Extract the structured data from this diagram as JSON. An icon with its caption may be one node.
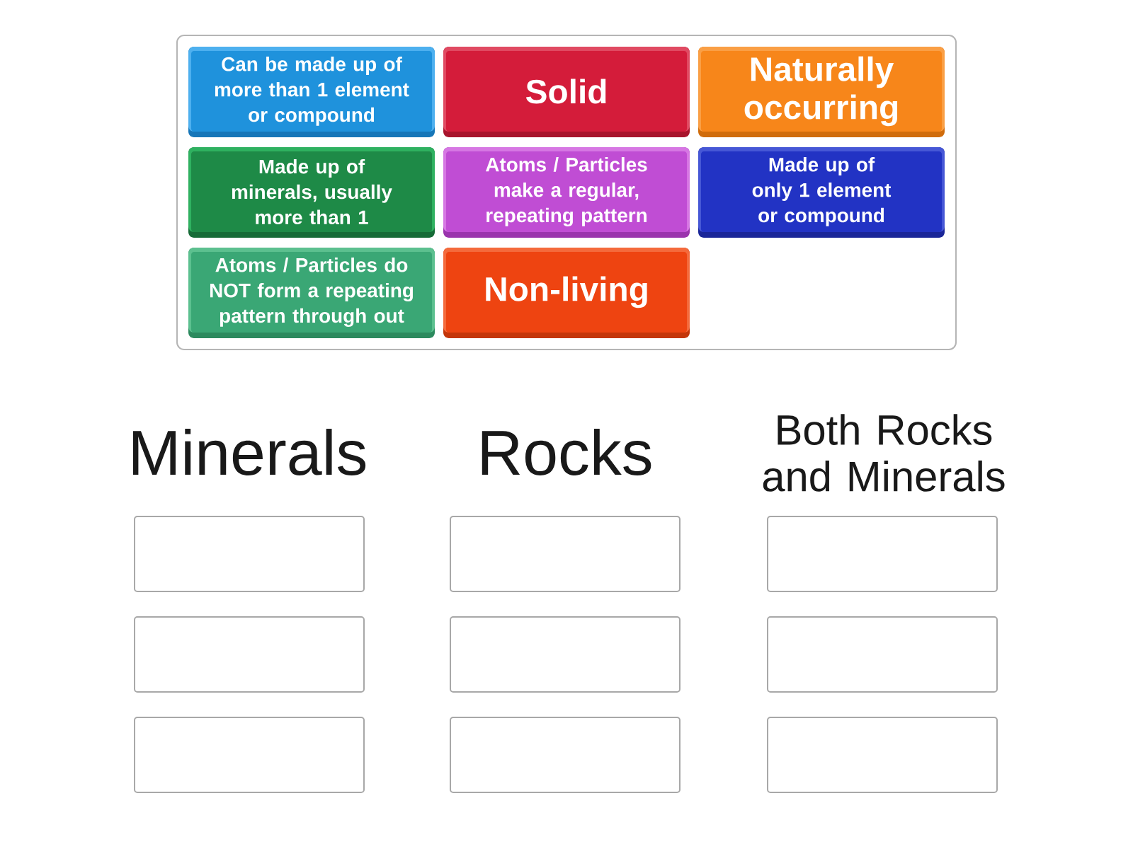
{
  "diagram": {
    "nodes": [
      {
        "text": [],
        "shape": "box"
      },
      {
        "text": [
          "Can be made up of more than 1 element or compound"
        ],
        "in": 0
      },
      {
        "text": [
          "Solid"
        ],
        "in": 0
      },
      {
        "text": [
          "Naturally occurring"
        ],
        "in": 0
      },
      {
        "text": [
          "Made up of minerals, usually more than 1"
        ],
        "in": 0
      },
      {
        "text": [
          "Atoms / Particles make a regular, repeating pattern"
        ],
        "in": 0
      },
      {
        "text": [
          "Made up of only 1 element or compound"
        ],
        "in": 0
      },
      {
        "text": [
          "Atoms / Particles do NOT form a repeating pattern through out"
        ],
        "in": 0
      },
      {
        "text": [
          "Non-living"
        ],
        "in": 0
      },
      {
        "text": [],
        "shape": "box"
      },
      {
        "text": [],
        "shape": "box"
      },
      {
        "text": [],
        "shape": "box"
      },
      {
        "text": [],
        "shape": "box"
      },
      {
        "text": [],
        "shape": "box"
      },
      {
        "text": [],
        "shape": "box"
      },
      {
        "text": [],
        "shape": "box"
      },
      {
        "text": [],
        "shape": "box"
      },
      {
        "text": [],
        "shape": "box"
      }
    ],
    "labels": [
      "Minerals",
      "Rocks",
      "Both Rocks and Minerals"
    ]
  }
}
